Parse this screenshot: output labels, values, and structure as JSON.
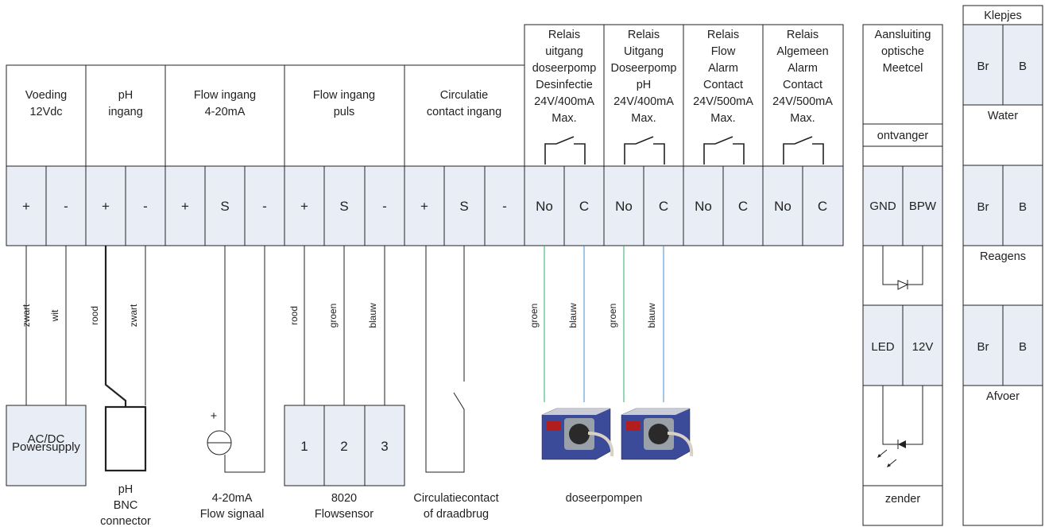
{
  "headers": [
    {
      "lines": [
        "Voeding",
        "12Vdc"
      ]
    },
    {
      "lines": [
        "pH",
        "ingang"
      ]
    },
    {
      "lines": [
        "Flow ingang",
        "4-20mA"
      ]
    },
    {
      "lines": [
        "Flow ingang",
        "puls"
      ]
    },
    {
      "lines": [
        "Circulatie",
        "contact ingang"
      ]
    },
    {
      "lines": [
        "Relais",
        "uitgang",
        "doseerpomp",
        "Desinfectie",
        "24V/400mA",
        "Max."
      ]
    },
    {
      "lines": [
        "Relais",
        "Uitgang",
        "Doseerpomp",
        "pH",
        "24V/400mA",
        "Max."
      ]
    },
    {
      "lines": [
        "Relais",
        "Flow",
        "Alarm",
        "Contact",
        "24V/500mA",
        "Max."
      ]
    },
    {
      "lines": [
        "Relais",
        "Algemeen",
        "Alarm",
        "Contact",
        "24V/500mA",
        "Max."
      ]
    }
  ],
  "terminals": [
    "+",
    "-",
    "+",
    "-",
    "+",
    "S",
    "-",
    "+",
    "S",
    "-",
    "+",
    "S",
    "-",
    "No",
    "C",
    "No",
    "C",
    "No",
    "C",
    "No",
    "C"
  ],
  "wire_labels": [
    "zwart",
    "wit",
    "rood",
    "zwart",
    "rood",
    "groen",
    "blauw",
    "groen",
    "blauw",
    "groen",
    "blauw"
  ],
  "devices": {
    "powersupply": [
      "AC/DC",
      "Powersupply"
    ],
    "ph_connector": [
      "pH",
      "BNC",
      "connector"
    ],
    "flow_signal": [
      "4-20mA",
      "Flow signaal"
    ],
    "flow_signal_plus": "+",
    "flowsensor_terminals": [
      "1",
      "2",
      "3"
    ],
    "flowsensor": [
      "8020",
      "Flowsensor"
    ],
    "circulation": [
      "Circulatiecontact",
      "of draadbrug"
    ],
    "pumps": "doseerpompen"
  },
  "optical": {
    "title": [
      "Aansluiting",
      "optische",
      "Meetcel"
    ],
    "receiver": "ontvanger",
    "receiver_terminals": [
      "GND",
      "BPW"
    ],
    "sender_terminals": [
      "LED",
      "12V"
    ],
    "sender": "zender"
  },
  "valves": {
    "title": "Klepjes",
    "groups": [
      {
        "terminals": [
          "Br",
          "B"
        ],
        "name": "Water"
      },
      {
        "terminals": [
          "Br",
          "B"
        ],
        "name": "Reagens"
      },
      {
        "terminals": [
          "Br",
          "B"
        ],
        "name": "Afvoer"
      }
    ]
  },
  "colors": {
    "terminal_fill": "#e8edf6",
    "wire_green": "#2fae6a",
    "wire_blue": "#3d8ed6"
  }
}
